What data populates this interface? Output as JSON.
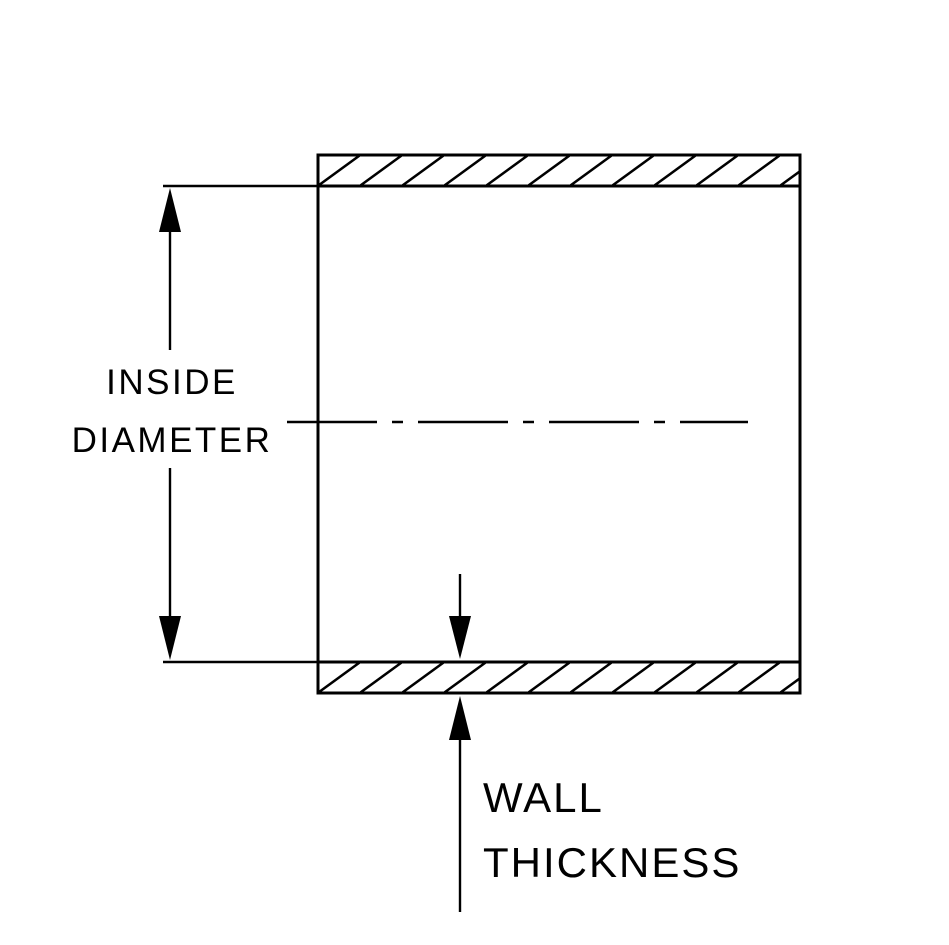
{
  "diagram": {
    "type": "engineering-cross-section",
    "colors": {
      "line": "#000000",
      "background": "#ffffff"
    },
    "labels": {
      "inside_diameter": {
        "line1": "INSIDE",
        "line2": "DIAMETER"
      },
      "wall_thickness": {
        "line1": "WALL",
        "line2": "THICKNESS"
      }
    }
  }
}
